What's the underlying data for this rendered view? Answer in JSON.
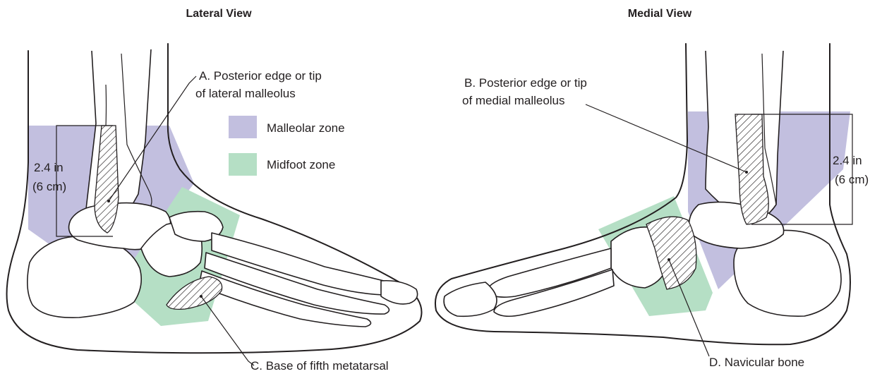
{
  "lateral": {
    "title": "Lateral View",
    "callout_a_line1": "A. Posterior edge or tip",
    "callout_a_line2": "of lateral malleolus",
    "callout_c": "C. Base of fifth metatarsal",
    "dimension_line1": "2.4 in",
    "dimension_line2": "(6 cm)"
  },
  "medial": {
    "title": "Medial View",
    "callout_b_line1": "B. Posterior edge or tip",
    "callout_b_line2": "of medial malleolus",
    "callout_d": "D. Navicular bone",
    "dimension_line1": "2.4 in",
    "dimension_line2": "(6 cm)"
  },
  "legend": {
    "malleolar_label": "Malleolar zone",
    "midfoot_label": "Midfoot zone"
  },
  "colors": {
    "malleolar_zone": "#c2bfdf",
    "midfoot_zone": "#b5dfc5",
    "ink": "#231f20"
  }
}
